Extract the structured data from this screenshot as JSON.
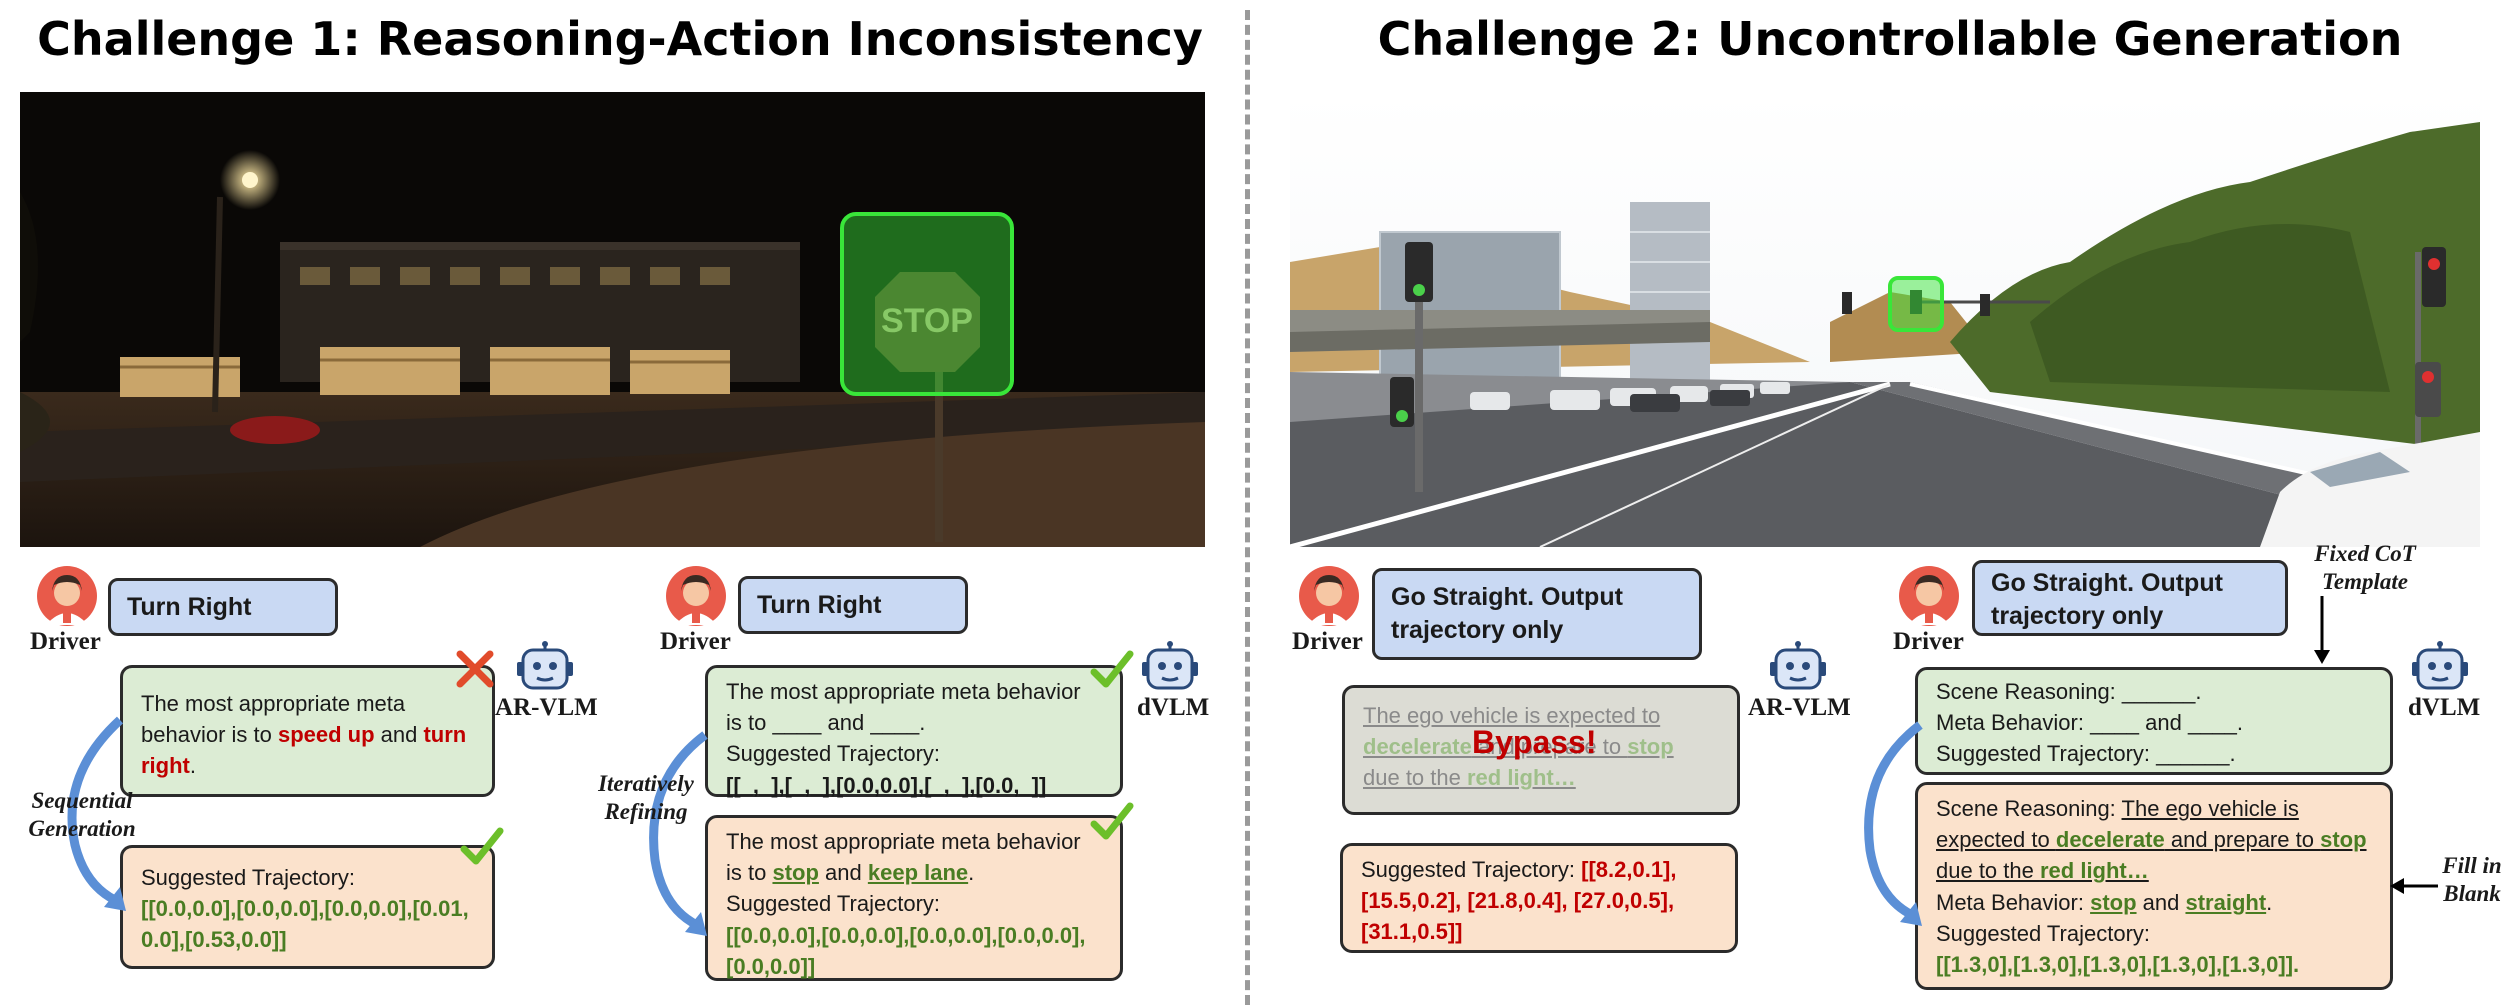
{
  "titles": {
    "left": "Challenge 1: Reasoning-Action Inconsistency",
    "right": "Challenge 2: Uncontrollable Generation"
  },
  "labels": {
    "driver": "Driver",
    "ar_vlm": "AR-VLM",
    "dvlm": "dVLM",
    "sequential": "Sequential\nGeneration",
    "iterative": "Iteratively\nRefining",
    "fixed_cot": "Fixed CoT\nTemplate",
    "fill_blank": "Fill in\nBlank",
    "bypass": "Bypass!",
    "stop_sign": "STOP"
  },
  "panel1": {
    "command": "Turn Right",
    "reasoning_prefix": "The most appropriate meta behavior is to ",
    "speed_up": "speed up",
    "and": " and ",
    "turn_right": "turn right",
    "period": ".",
    "traj_label": "Suggested Trajectory:",
    "traj_value": "[[0.0,0.0],[0.0,0.0],[0.0,0.0],[0.01,0.0],[0.53,0.0]]"
  },
  "panel2": {
    "command": "Turn Right",
    "masked_line1": "The most appropriate meta behavior is to ____ and ____.",
    "masked_traj_label": "Suggested Trajectory:",
    "masked_traj": "[[_,_],[_,_],[0.0,0.0],[_,_],[0.0,_]]",
    "reasoning_prefix": "The most appropriate meta behavior is to ",
    "stop": "stop",
    "and": " and ",
    "keep_lane": "keep lane",
    "period": ".",
    "traj_label": "Suggested Trajectory:",
    "traj_value": "[[0.0,0.0],[0.0,0.0],[0.0,0.0],[0.0,0.0],[0.0,0.0]]"
  },
  "panel3": {
    "command": "Go  Straight. Output trajectory only",
    "faded_1": "The ego vehicle is expected to",
    "faded_2a": "decelerate",
    "faded_2b": " and prepare to ",
    "faded_2c": "stop",
    "faded_3a": "due to the ",
    "faded_3b": "red light…",
    "traj_label": "Suggested Trajectory: ",
    "traj_value": "[[8.2,0.1], [15.5,0.2], [21.8,0.4], [27.0,0.5], [31.1,0.5]]"
  },
  "panel4": {
    "command": "Go  Straight. Output trajectory only",
    "tmpl_scene": "Scene Reasoning: ______.",
    "tmpl_meta": "Meta Behavior:  ____ and ____.",
    "tmpl_traj": "Suggested Trajectory: ______.",
    "scene_label": "Scene Reasoning: ",
    "scene_1": "The ego vehicle is expected to ",
    "decelerate": "decelerate",
    "scene_2": " and prepare to ",
    "stop": "stop",
    "scene_3": " due to the ",
    "red_light": "red light…",
    "meta_label": "Meta Behavior: ",
    "meta_stop": "stop",
    "meta_and": " and ",
    "meta_straight": "straight",
    "period": ".",
    "traj_label": "Suggested Trajectory:",
    "traj_value": "[[1.3,0],[1.3,0],[1.3,0],[1.3,0],[1.3,0]]."
  },
  "colors": {
    "green_box": "#dcecd4",
    "orange_box": "#fbe2cc",
    "blue_cmd": "#c9d9f3",
    "red_text": "#c00000",
    "green_text": "#4a7d23",
    "highlight_green": "#39e639"
  }
}
